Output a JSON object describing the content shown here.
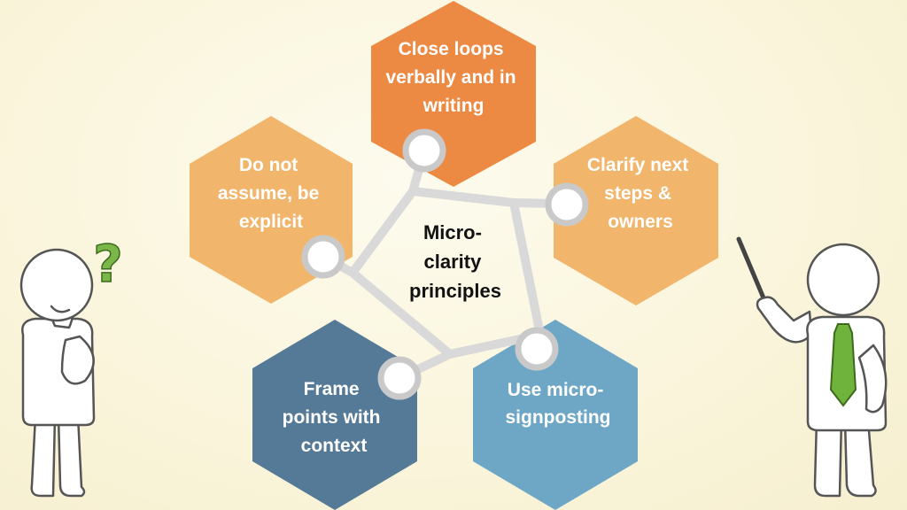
{
  "center": {
    "lines": [
      "Micro-",
      "clarity",
      "principles"
    ]
  },
  "principles": [
    {
      "id": "close-loops",
      "lines": [
        "Close loops",
        "verbally and in",
        "writing"
      ],
      "color": "#ec8a44"
    },
    {
      "id": "clarify-next-steps",
      "lines": [
        "Clarify next",
        "steps &",
        "owners"
      ],
      "color": "#f2b56c"
    },
    {
      "id": "micro-signposting",
      "lines": [
        "Use micro-",
        "signposting"
      ],
      "color": "#6ea6c6"
    },
    {
      "id": "frame-points",
      "lines": [
        "Frame",
        "points with",
        "context"
      ],
      "color": "#557a97"
    },
    {
      "id": "be-explicit",
      "lines": [
        "Do not",
        "assume, be",
        "explicit"
      ],
      "color": "#f2b56c"
    }
  ],
  "colors": {
    "connector": "#d9d9d9",
    "node_stroke": "#c9c9c9",
    "tie": "#6fb23c",
    "question_mark": "#7ab648"
  },
  "figures": {
    "left": {
      "icon": "thinking-person-icon",
      "badge": "?"
    },
    "right": {
      "icon": "presenter-person-icon"
    }
  }
}
